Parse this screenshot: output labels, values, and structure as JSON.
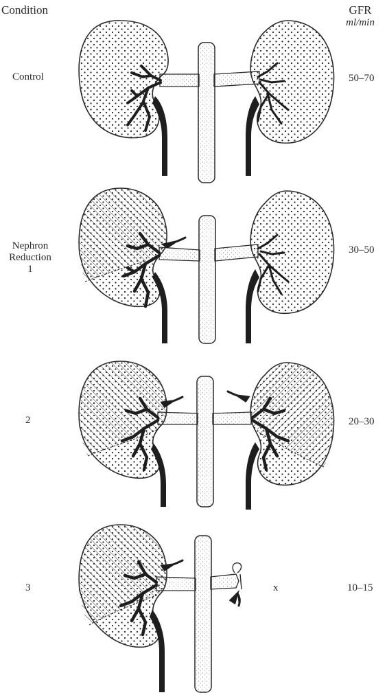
{
  "header": {
    "condition_label": "Condition",
    "gfr_label": "GFR",
    "gfr_unit": "ml/min"
  },
  "rows": [
    {
      "condition": "Control",
      "gfr": "50–70"
    },
    {
      "condition_line1": "Nephron",
      "condition_line2": "Reduction",
      "condition_line3": "1",
      "gfr": "30–50"
    },
    {
      "condition": "2",
      "gfr": "20–30"
    },
    {
      "condition": "3",
      "gfr": "10–15",
      "removed_mark": "x"
    }
  ],
  "legend_colors": {
    "ink": "#2a2a2a",
    "background": "#ffffff"
  }
}
